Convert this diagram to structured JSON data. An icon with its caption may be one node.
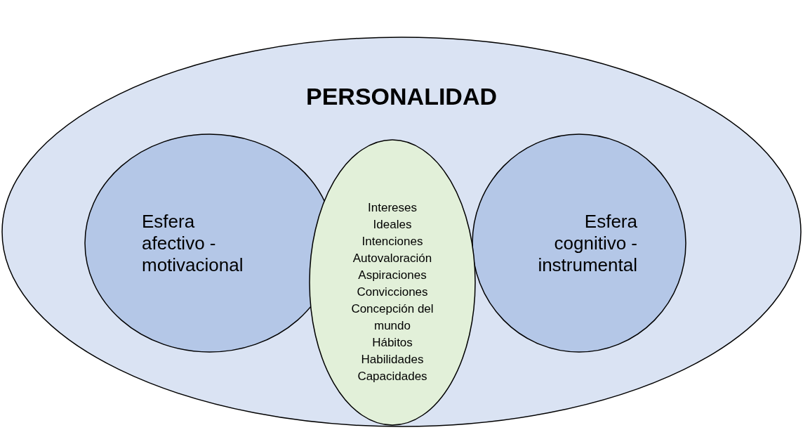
{
  "diagram": {
    "nodes": [
      {
        "text": [
          "PERSONALIDAD"
        ]
      },
      {
        "text": [
          "Esfera afectivo - motivacional"
        ],
        "in": 0
      },
      {
        "text": [
          "Esfera cognitivo - instrumental"
        ],
        "in": 0
      },
      {
        "text": [
          "Intereses",
          "Ideales",
          "Intenciones",
          "Autovaloración",
          "Aspiraciones",
          "Convicciones",
          "Concepción del mundo",
          "Hábitos",
          "Habilidades",
          "Capacidades"
        ],
        "in": 0
      }
    ],
    "edges": []
  }
}
